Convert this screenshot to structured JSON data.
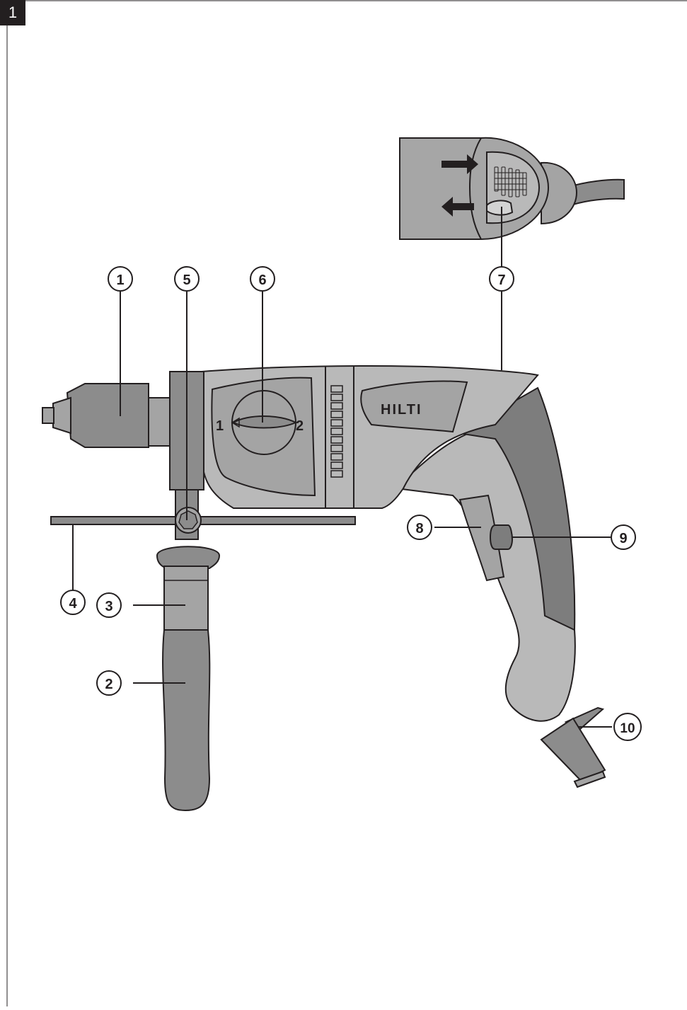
{
  "figure": {
    "number": "1"
  },
  "brand": {
    "logo_text": "HILTI"
  },
  "selector": {
    "left_mark": "1",
    "right_mark": "2"
  },
  "callouts": [
    {
      "id": "c1",
      "label": "1"
    },
    {
      "id": "c2",
      "label": "2"
    },
    {
      "id": "c3",
      "label": "3"
    },
    {
      "id": "c4",
      "label": "4"
    },
    {
      "id": "c5",
      "label": "5"
    },
    {
      "id": "c6",
      "label": "6"
    },
    {
      "id": "c7",
      "label": "7"
    },
    {
      "id": "c8",
      "label": "8"
    },
    {
      "id": "c9",
      "label": "9"
    },
    {
      "id": "c10",
      "label": "10"
    }
  ],
  "colors": {
    "ink": "#231f20",
    "body_light": "#b9b9b9",
    "body_mid": "#a4a4a4",
    "body_dark": "#8c8c8c",
    "rubber": "#7d7d7d"
  }
}
